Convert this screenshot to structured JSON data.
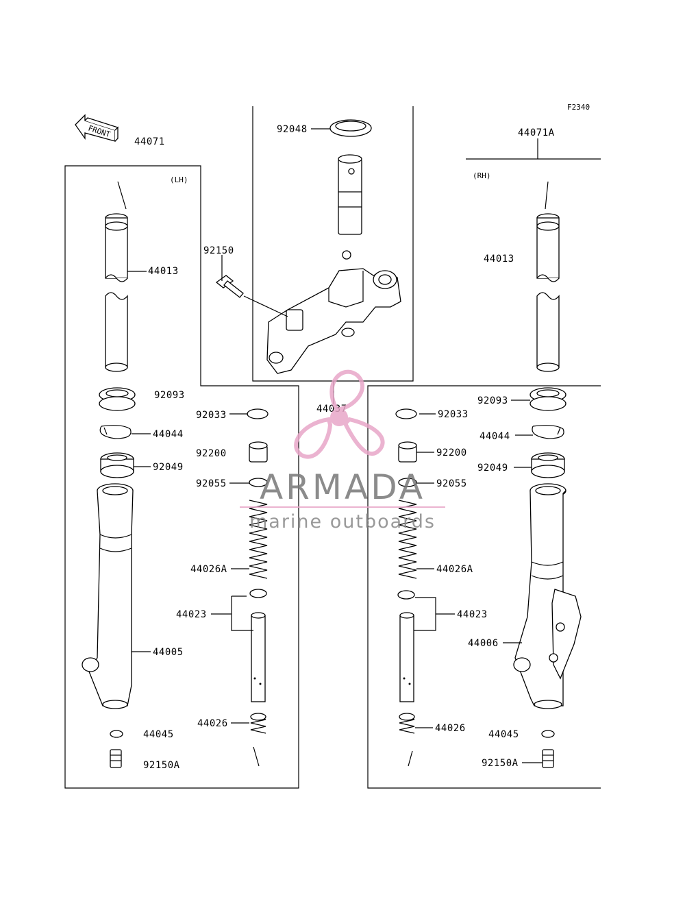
{
  "figure_code": "F2340",
  "side_left": "(LH)",
  "side_right": "(RH)",
  "front_marker": "FRONT",
  "watermark": {
    "brand": "ARMADA",
    "tagline": "marine outboards",
    "accent_color": "#e8a6c8",
    "text_color": "#808080"
  },
  "parts": {
    "p44071": "44071",
    "p44071A": "44071A",
    "p92048": "92048",
    "p92150": "92150",
    "p44037": "44037",
    "l44013": "44013",
    "l92093": "92093",
    "l44044": "44044",
    "l92049": "92049",
    "l44005": "44005",
    "l44045": "44045",
    "l92150A": "92150A",
    "l92033": "92033",
    "l92200": "92200",
    "l92055": "92055",
    "l44026A": "44026A",
    "l44023": "44023",
    "l44026": "44026",
    "r44013": "44013",
    "r92093": "92093",
    "r44044": "44044",
    "r92049": "92049",
    "r44006": "44006",
    "r44045": "44045",
    "r92150A": "92150A",
    "r92033": "92033",
    "r92200": "92200",
    "r92055": "92055",
    "r44026A": "44026A",
    "r44023": "44023",
    "r44026": "44026"
  }
}
